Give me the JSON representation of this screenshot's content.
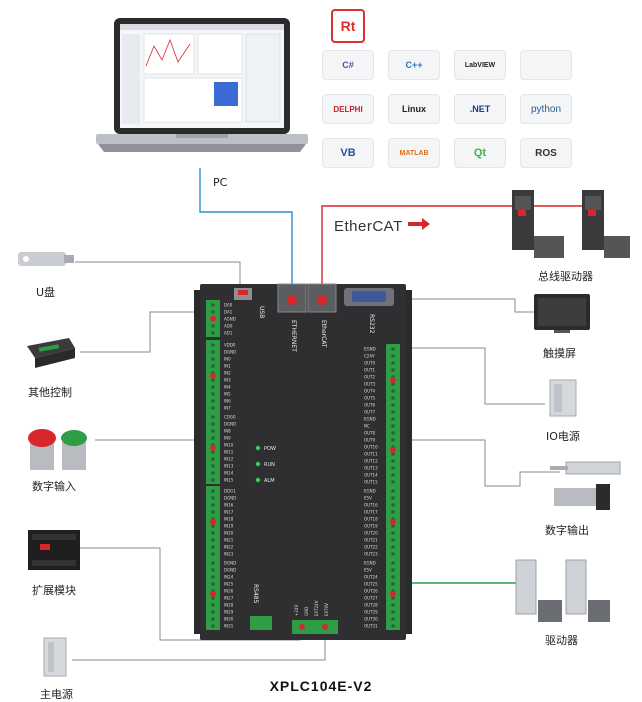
{
  "labels": {
    "pc": "PC",
    "ethercat": "EtherCAT",
    "bus_driver": "总线驱动器",
    "usb": "U盘",
    "touchscreen": "触摸屏",
    "other_control": "其他控制",
    "io_power": "IO电源",
    "digital_input": "数字输入",
    "digital_output": "数字输出",
    "expansion": "扩展模块",
    "driver": "驱动器",
    "main_power": "主电源",
    "model": "XPLC104E-V2"
  },
  "software_tiles": [
    {
      "label": "Rt",
      "color": "#d93030"
    },
    {
      "label": "C#",
      "color": "#6a3fa0"
    },
    {
      "label": "C++",
      "color": "#2f6fb0"
    },
    {
      "label": "LabVIEW",
      "color": "#222222"
    },
    {
      "label": "",
      "color": "#888888"
    },
    {
      "label": "DELPHI",
      "color": "#c8202a"
    },
    {
      "label": "Linux",
      "color": "#222222"
    },
    {
      "label": ".NET",
      "color": "#1e3a8a"
    },
    {
      "label": "python",
      "color": "#2f5f8f"
    },
    {
      "label": "VB",
      "color": "#2a4f9e"
    },
    {
      "label": "MATLAB",
      "color": "#e06a1a"
    },
    {
      "label": "Qt",
      "color": "#41b34a"
    },
    {
      "label": "ROS",
      "color": "#333333"
    }
  ],
  "device": {
    "port_labels": [
      "USB",
      "ETHERNET",
      "EtherCAT",
      "RS232",
      "RS485"
    ],
    "leds": [
      "POW",
      "RUN",
      "ALM"
    ],
    "terminals_left": [
      [
        "DA0",
        "DA1",
        "AGND",
        "AD0",
        "AD1"
      ],
      [
        "VDD0",
        "DGND",
        "IN0",
        "IN1",
        "IN2",
        "IN3",
        "IN4",
        "IN5",
        "IN6",
        "IN7"
      ],
      [
        "CDG0",
        "DGND",
        "IN8",
        "IN9",
        "IN10",
        "IN11",
        "IN12",
        "IN13",
        "IN14",
        "IN15"
      ],
      [
        "DDG1",
        "DGND",
        "IN16",
        "IN17",
        "IN18",
        "IN19",
        "IN20",
        "IN21",
        "IN22",
        "IN23"
      ],
      [
        "DGND",
        "DGND",
        "IN24",
        "IN25",
        "IN26",
        "IN27",
        "IN28",
        "IN29",
        "IN30",
        "IN31"
      ]
    ],
    "terminals_right": [
      [
        "EGND",
        "C24V",
        "OUT0",
        "OUT1",
        "OUT2",
        "OUT3",
        "OUT4",
        "OUT5",
        "OUT6",
        "OUT7"
      ],
      [
        "EGND",
        "NC",
        "OUT8",
        "OUT9",
        "OUT10",
        "OUT11",
        "OUT12",
        "OUT13",
        "OUT14",
        "OUT15"
      ],
      [
        "EGND",
        "E5V",
        "OUT16",
        "OUT17",
        "OUT18",
        "OUT19",
        "OUT20",
        "OUT21",
        "OUT22",
        "OUT23"
      ],
      [
        "EGND",
        "E5V",
        "OUT24",
        "OUT25",
        "OUT26",
        "OUT27",
        "OUT28",
        "OUT29",
        "OUT30",
        "OUT31"
      ]
    ],
    "power_pins": [
      "+24V",
      "GND",
      "EXT24V",
      "EXT0V"
    ]
  },
  "colors": {
    "board": "#2a2a2c",
    "terminal": "#2e9d46",
    "red": "#d9262b",
    "line_blue": "#2f8fd1",
    "line_red": "#d9262b",
    "line_green": "#2e9d46",
    "line_gray": "#888888"
  }
}
